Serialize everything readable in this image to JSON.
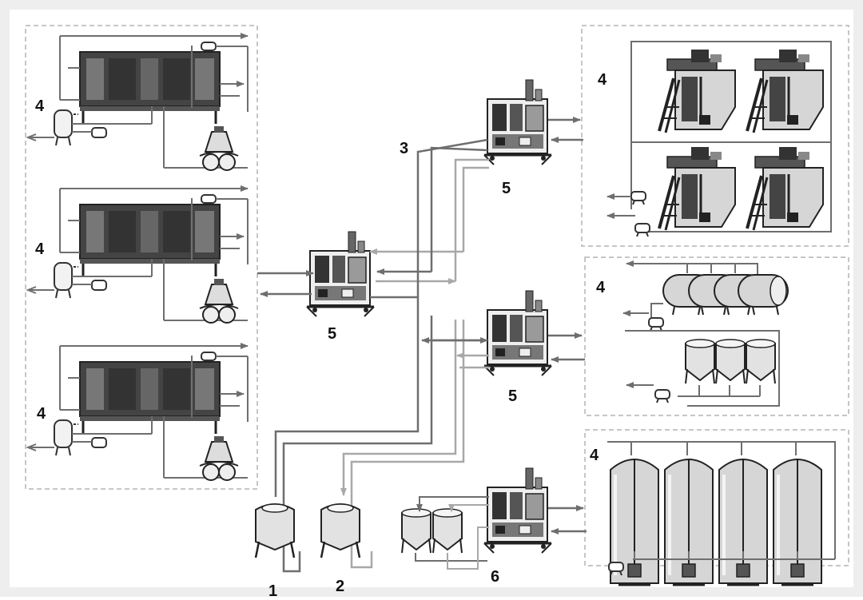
{
  "labels": {
    "l1": "1",
    "l2": "2",
    "l3": "3",
    "l4": "4",
    "l5": "5",
    "l6": "6"
  },
  "colors": {
    "background": "#ffffff",
    "frame": "#eeeeee",
    "zone_border": "#b4b4b4",
    "pipe_dark": "#6e6e6e",
    "pipe_light": "#a8a8a8",
    "equipment_dark": "#2a2a2a",
    "equipment_mid": "#8a8a8a",
    "tank_fill": "#d6d6d6"
  },
  "icons": {
    "pasteurizer": "plate-heat-exchanger-icon",
    "separator": "separator-icon",
    "holding_tank": "holding-tank-icon",
    "pump": "pump-icon",
    "cip_unit": "cip-unit-icon",
    "cheese_vat": "cheese-vat-icon",
    "horizontal_tank": "horizontal-tank-icon",
    "process_tank": "process-tank-icon",
    "silo_tank": "silo-tank-icon",
    "storage_tank": "storage-tank-icon"
  }
}
